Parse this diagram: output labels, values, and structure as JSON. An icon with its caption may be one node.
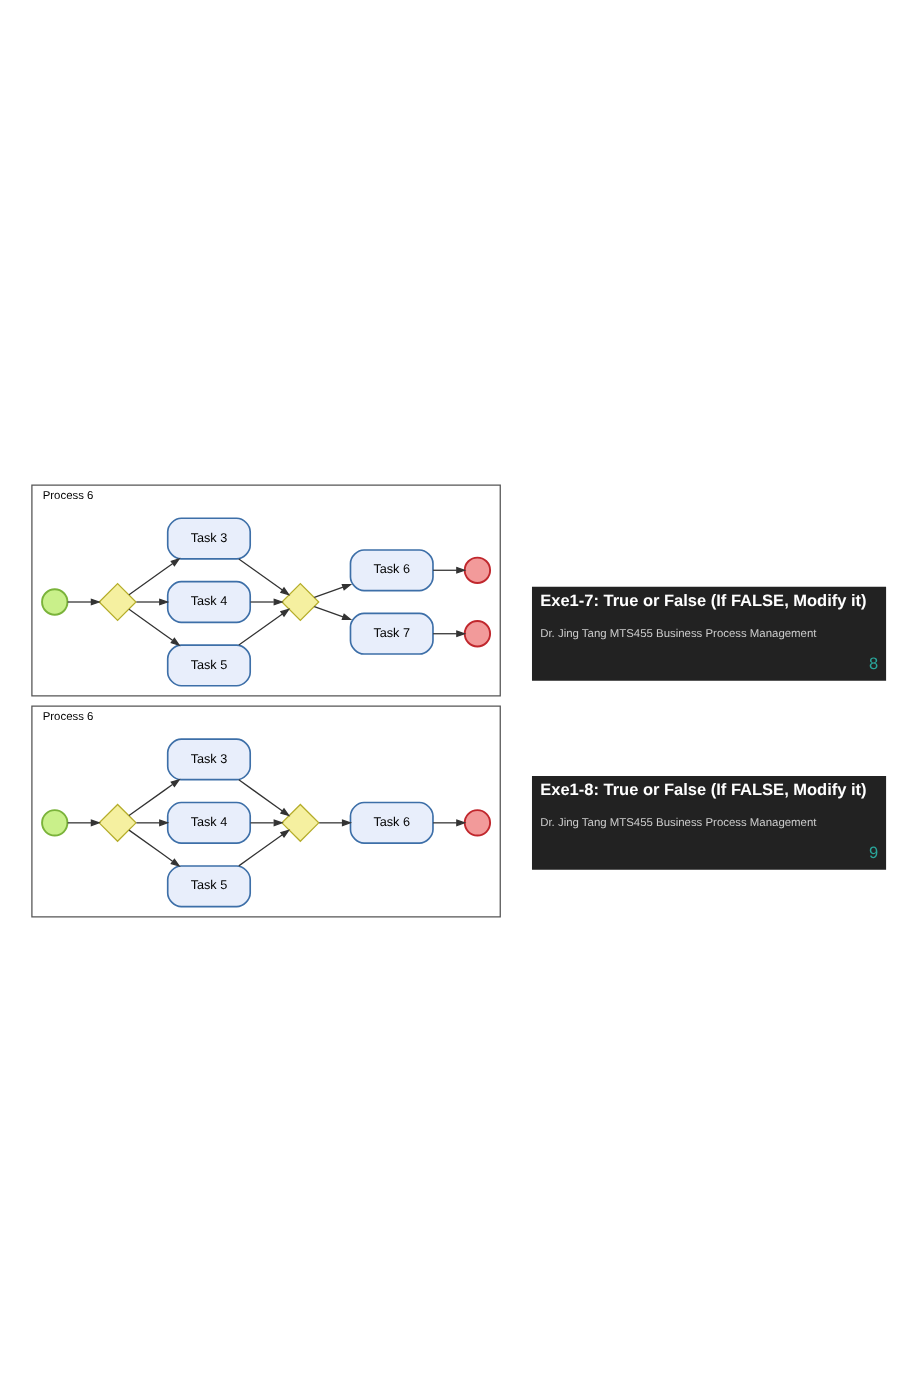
{
  "diagram": {
    "nodes": [
      {
        "text": [
          "Process 6"
        ]
      },
      {
        "text": [],
        "shape": "circle",
        "in": 0
      },
      {
        "text": [],
        "shape": "diamond",
        "in": 0
      },
      {
        "text": [
          "Task 3"
        ],
        "in": 0
      },
      {
        "text": [
          "Task 4"
        ],
        "in": 0
      },
      {
        "text": [
          "Task 5"
        ],
        "in": 0
      },
      {
        "text": [],
        "shape": "diamond",
        "in": 0
      },
      {
        "text": [
          "Task 6"
        ],
        "in": 0
      },
      {
        "text": [
          "Task 7"
        ],
        "in": 0
      },
      {
        "text": [],
        "shape": "circle",
        "in": 0
      },
      {
        "text": [],
        "shape": "circle",
        "in": 0
      },
      {
        "text": [
          "Process 6"
        ]
      },
      {
        "text": [],
        "shape": "circle",
        "in": 11
      },
      {
        "text": [],
        "shape": "diamond",
        "in": 11
      },
      {
        "text": [
          "Task 3"
        ],
        "in": 11
      },
      {
        "text": [
          "Task 4"
        ],
        "in": 11
      },
      {
        "text": [
          "Task 5"
        ],
        "in": 11
      },
      {
        "text": [],
        "shape": "diamond",
        "in": 11
      },
      {
        "text": [
          "Task 6"
        ],
        "in": 11
      },
      {
        "text": [],
        "shape": "circle",
        "in": 11
      },
      {
        "text": [
          "Exe1-7: True or False (If FALSE, Modify it)",
          "Dr. Jing Tang MTS455 Business Process Management",
          "8"
        ]
      },
      {
        "text": [
          "Exe1-8: True or False (If FALSE, Modify it)",
          "Dr. Jing Tang MTS455 Business Process Management",
          "9"
        ]
      }
    ],
    "edges": [
      {
        "from": 1,
        "to": 2,
        "arrow": "to"
      },
      {
        "from": 2,
        "to": 3,
        "arrow": "to"
      },
      {
        "from": 2,
        "to": 4,
        "arrow": "to"
      },
      {
        "from": 2,
        "to": 5,
        "arrow": "to"
      },
      {
        "from": 3,
        "to": 6,
        "arrow": "to"
      },
      {
        "from": 4,
        "to": 6,
        "arrow": "to"
      },
      {
        "from": 5,
        "to": 6,
        "arrow": "to"
      },
      {
        "from": 6,
        "to": 7,
        "arrow": "to"
      },
      {
        "from": 6,
        "to": 8,
        "arrow": "to"
      },
      {
        "from": 7,
        "to": 9,
        "arrow": "to"
      },
      {
        "from": 8,
        "to": 10,
        "arrow": "to"
      },
      {
        "from": 12,
        "to": 13,
        "arrow": "to"
      },
      {
        "from": 13,
        "to": 14,
        "arrow": "to"
      },
      {
        "from": 13,
        "to": 15,
        "arrow": "to"
      },
      {
        "from": 13,
        "to": 16,
        "arrow": "to"
      },
      {
        "from": 14,
        "to": 17,
        "arrow": "to"
      },
      {
        "from": 15,
        "to": 17,
        "arrow": "to"
      },
      {
        "from": 16,
        "to": 17,
        "arrow": "to"
      },
      {
        "from": 17,
        "to": 18,
        "arrow": "to"
      },
      {
        "from": 18,
        "to": 19,
        "arrow": "to"
      }
    ]
  }
}
